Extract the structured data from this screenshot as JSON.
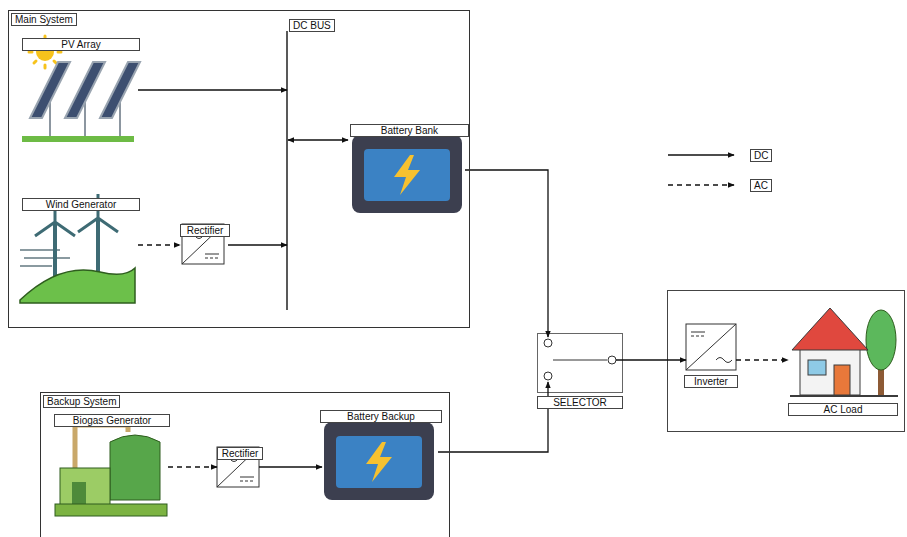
{
  "diagram": {
    "nodes": [
      {
        "text": [
          "Main System"
        ]
      },
      {
        "text": [
          "PV Array"
        ],
        "in": 0
      },
      {
        "text": [
          "Wind Generator"
        ],
        "in": 0
      },
      {
        "text": [
          "Rectifier"
        ],
        "in": 0
      },
      {
        "text": [
          "DC BUS"
        ],
        "in": 0
      },
      {
        "text": [
          "Battery Bank"
        ],
        "in": 0
      },
      {
        "text": [
          "Backup System"
        ]
      },
      {
        "text": [
          "Biogas Generator"
        ],
        "in": 6
      },
      {
        "text": [
          "Rectifier"
        ],
        "in": 6
      },
      {
        "text": [
          "Battery Backup"
        ],
        "in": 6
      },
      {
        "text": [
          "SELECTOR"
        ]
      },
      {
        "text": [
          "Inverter"
        ]
      },
      {
        "text": [
          "AC Load"
        ]
      }
    ],
    "edges": [
      {
        "from": 1,
        "to": 4,
        "arrow": "to"
      },
      {
        "from": 2,
        "to": 3,
        "arrow": "to"
      },
      {
        "from": 3,
        "to": 4,
        "arrow": "to"
      },
      {
        "from": 4,
        "to": 5,
        "arrow": "both"
      },
      {
        "from": 5,
        "to": 10,
        "arrow": "to"
      },
      {
        "from": 7,
        "to": 8,
        "arrow": "to"
      },
      {
        "from": 8,
        "to": 9,
        "arrow": "to"
      },
      {
        "from": 9,
        "to": 10,
        "arrow": "to"
      },
      {
        "from": 10,
        "to": 11,
        "arrow": "to"
      },
      {
        "from": 11,
        "to": 12,
        "arrow": "to"
      }
    ],
    "legend": [
      {
        "text": "DC"
      },
      {
        "text": "AC"
      }
    ]
  }
}
